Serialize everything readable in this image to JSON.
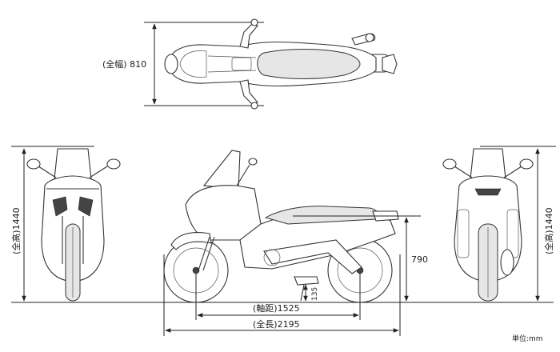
{
  "dimensions": {
    "overall_width": {
      "label": "(全幅)",
      "value": "810"
    },
    "overall_height_front": {
      "label": "(全高)",
      "value": "1440"
    },
    "overall_height_rear": {
      "label": "(全高)",
      "value": "1440"
    },
    "seat_height": {
      "value": "790"
    },
    "ground_clearance": {
      "value": "135"
    },
    "wheelbase": {
      "label": "(軸距)",
      "value": "1525"
    },
    "overall_length": {
      "label": "(全長)",
      "value": "2195"
    }
  },
  "unit_note": "単位:mm"
}
